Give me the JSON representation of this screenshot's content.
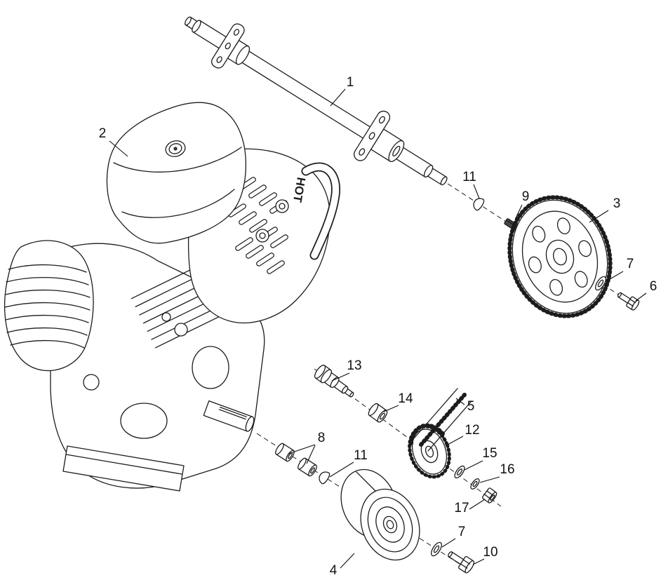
{
  "figure": {
    "kind": "exploded-parts-diagram",
    "subject": "engine-and-drive-axle-assembly",
    "background_color": "#ffffff",
    "line_color": "#1c1c1c"
  },
  "engine": {
    "shroud_text": "HOT"
  },
  "callouts": [
    {
      "num": "1",
      "part": "axle-shaft-assembly"
    },
    {
      "num": "2",
      "part": "engine-fuel-tank"
    },
    {
      "num": "3",
      "part": "axle-sprocket"
    },
    {
      "num": "11",
      "part": "woodruff-key-axle"
    },
    {
      "num": "9",
      "part": "square-key"
    },
    {
      "num": "7",
      "part": "washer-axle"
    },
    {
      "num": "6",
      "part": "bolt-axle"
    },
    {
      "num": "13",
      "part": "jackshaft-stepped-bolt"
    },
    {
      "num": "14",
      "part": "spacer"
    },
    {
      "num": "5",
      "part": "roller-chain"
    },
    {
      "num": "12",
      "part": "chain-sprocket"
    },
    {
      "num": "8",
      "part": "spacer-bushings"
    },
    {
      "num": "11",
      "part": "woodruff-key-crankshaft"
    },
    {
      "num": "15",
      "part": "flat-washer"
    },
    {
      "num": "16",
      "part": "lock-washer"
    },
    {
      "num": "17",
      "part": "hex-nut"
    },
    {
      "num": "7",
      "part": "washer-clutch"
    },
    {
      "num": "4",
      "part": "clutch-drum"
    },
    {
      "num": "10",
      "part": "bolt-clutch"
    }
  ]
}
